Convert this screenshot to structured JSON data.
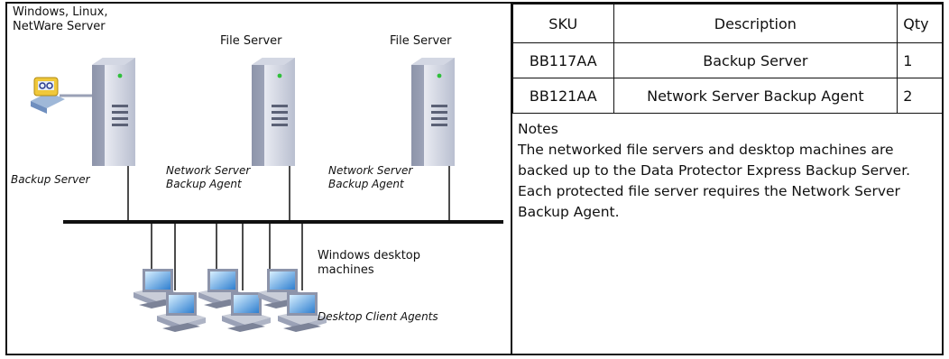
{
  "diagram": {
    "labels": {
      "server_os": "Windows, Linux,\nNetWare Server",
      "file_server_1": "File Server",
      "file_server_2": "File Server",
      "backup_server": "Backup Server",
      "agent_1": "Network Server\nBackup Agent",
      "agent_2": "Network Server\nBackup Agent",
      "desktops": "Windows desktop\nmachines",
      "client_agents": "Desktop Client Agents"
    },
    "icons": [
      "server-icon",
      "tape-drive-icon",
      "desktop-computer-icon"
    ]
  },
  "table": {
    "headers": {
      "sku": "SKU",
      "description": "Description",
      "qty": "Qty"
    },
    "rows": [
      {
        "sku": "BB117AA",
        "description": "Backup Server",
        "qty": "1"
      },
      {
        "sku": "BB121AA",
        "description": "Network Server Backup Agent",
        "qty": "2"
      }
    ]
  },
  "notes": {
    "title": "Notes",
    "body": "The networked file servers and desktop machines are backed up to the Data Protector Express Backup Server.  Each protected file server requires the Network Server Backup Agent."
  }
}
